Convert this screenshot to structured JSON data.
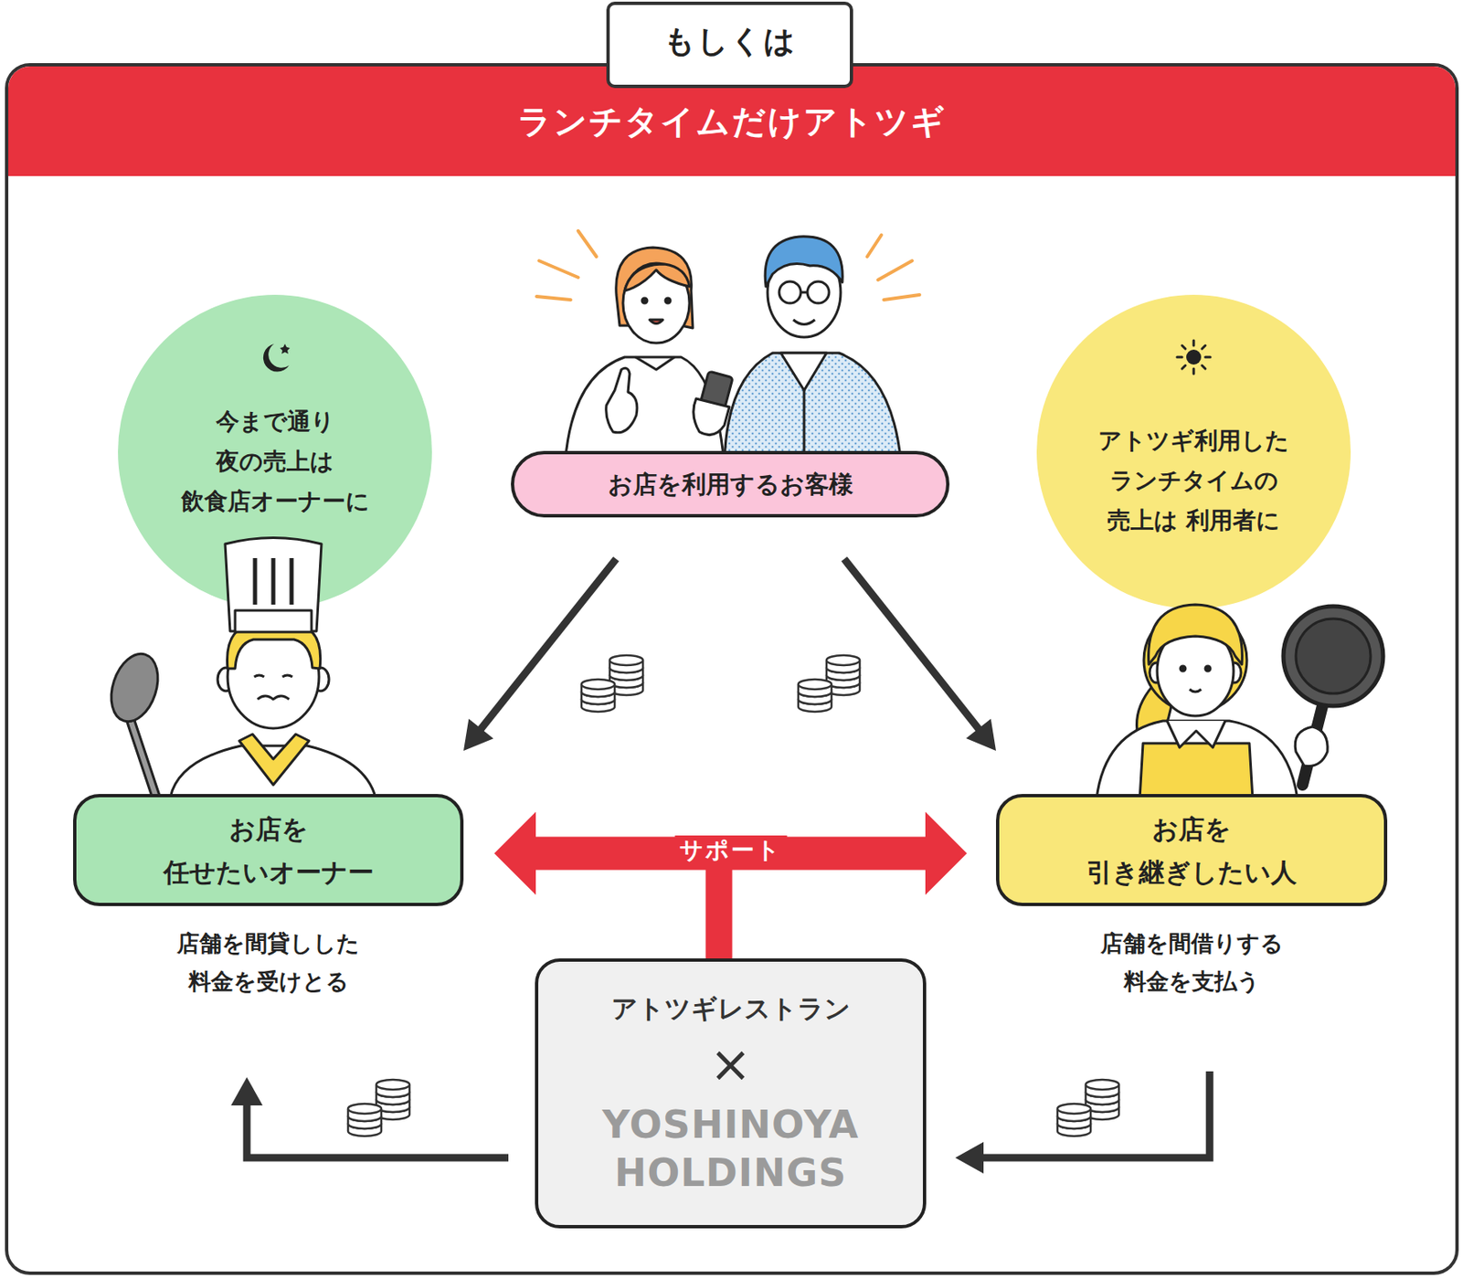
{
  "diagram": {
    "nodes": [
      {
        "text": [
          "もしくは"
        ]
      },
      {
        "text": [
          "ランチタイムだけアトツギ"
        ]
      },
      {
        "text": [
          "お店を利用するお客様"
        ],
        "in": 1
      },
      {
        "text": [
          "今まで通り 夜の売上は 飲食店オーナーに"
        ],
        "in": 1
      },
      {
        "text": [
          "アトツギ利用した ランチタイムの 売上は 利用者に"
        ],
        "in": 1
      },
      {
        "text": [
          "お店を 任せたいオーナー",
          "店舗を間貸しした 料金を受けとる"
        ],
        "in": 1
      },
      {
        "text": [
          "お店を 引き継ぎしたい人",
          "店舗を間借りする 料金を支払う"
        ],
        "in": 1
      },
      {
        "text": [
          "アトツギレストラン",
          "×",
          "YOSHINOYA HOLDINGS"
        ],
        "in": 1
      }
    ],
    "edges": [
      {
        "from": 2,
        "to": 5,
        "arrow": "to"
      },
      {
        "from": 2,
        "to": 6,
        "arrow": "to"
      },
      {
        "from": 5,
        "to": 6,
        "label": "サポート",
        "arrow": "both"
      },
      {
        "from": 6,
        "to": 7,
        "arrow": "to"
      },
      {
        "from": 7,
        "to": 5,
        "arrow": "to"
      }
    ]
  }
}
